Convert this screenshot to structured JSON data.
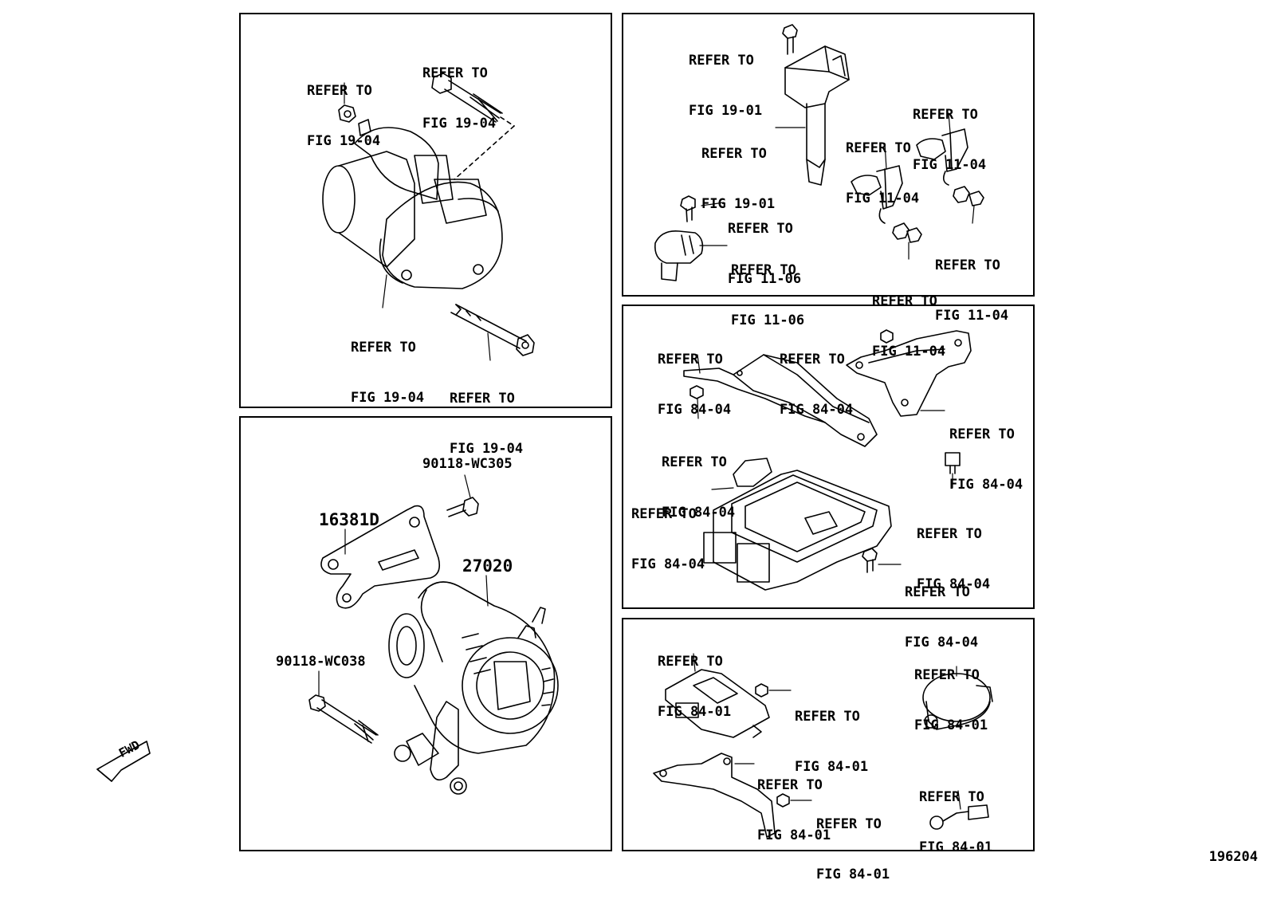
{
  "diagram_id": "196204",
  "fwd_label": "FWD",
  "refer_word": "REFER TO",
  "panels": {
    "starter": {
      "callouts": [
        "FIG 19-04",
        "FIG 19-04",
        "FIG 19-04",
        "FIG 19-04"
      ]
    },
    "alternator": {
      "part_numbers": [
        "90118-WC305",
        "16381D",
        "27020",
        "90118-WC038"
      ]
    },
    "ignition_sensors": {
      "callouts": [
        "FIG 19-01",
        "FIG 19-01",
        "FIG 11-04",
        "FIG 11-04",
        "FIG 11-06",
        "FIG 11-06",
        "FIG 11-04",
        "FIG 11-04"
      ]
    },
    "ecu": {
      "callouts": [
        "FIG 84-04",
        "FIG 84-04",
        "FIG 84-04",
        "FIG 84-04",
        "FIG 84-04",
        "FIG 84-04",
        "FIG 84-04"
      ]
    },
    "control_modules": {
      "callouts": [
        "FIG 84-01",
        "FIG 84-01",
        "FIG 84-01",
        "FIG 84-01",
        "FIG 84-01",
        "FIG 84-01"
      ]
    }
  }
}
